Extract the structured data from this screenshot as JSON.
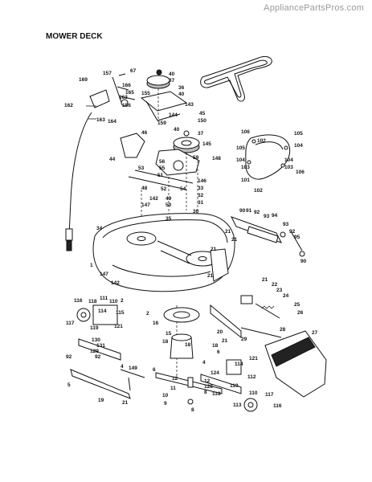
{
  "watermark": "AppliancePartsPros.com",
  "title": "MOWER DECK",
  "callouts": [
    "1",
    "2",
    "4",
    "5",
    "6",
    "8",
    "9",
    "10",
    "11",
    "12",
    "15",
    "16",
    "18",
    "19",
    "20",
    "21",
    "22",
    "23",
    "24",
    "25",
    "26",
    "27",
    "28",
    "29",
    "31",
    "32",
    "33",
    "34",
    "35",
    "36",
    "37",
    "40",
    "44",
    "45",
    "46",
    "48",
    "49",
    "50",
    "51",
    "52",
    "53",
    "54",
    "55",
    "56",
    "59",
    "67",
    "68",
    "90",
    "91",
    "92",
    "93",
    "94",
    "95",
    "101",
    "102",
    "103",
    "104",
    "105",
    "106",
    "110",
    "111",
    "112",
    "113",
    "114",
    "115",
    "116",
    "117",
    "118",
    "119",
    "121",
    "124",
    "128",
    "129",
    "130",
    "131",
    "142",
    "143",
    "144",
    "145",
    "147",
    "148",
    "149",
    "150",
    "155",
    "156",
    "157",
    "162",
    "163",
    "164",
    "165",
    "166",
    "169"
  ]
}
